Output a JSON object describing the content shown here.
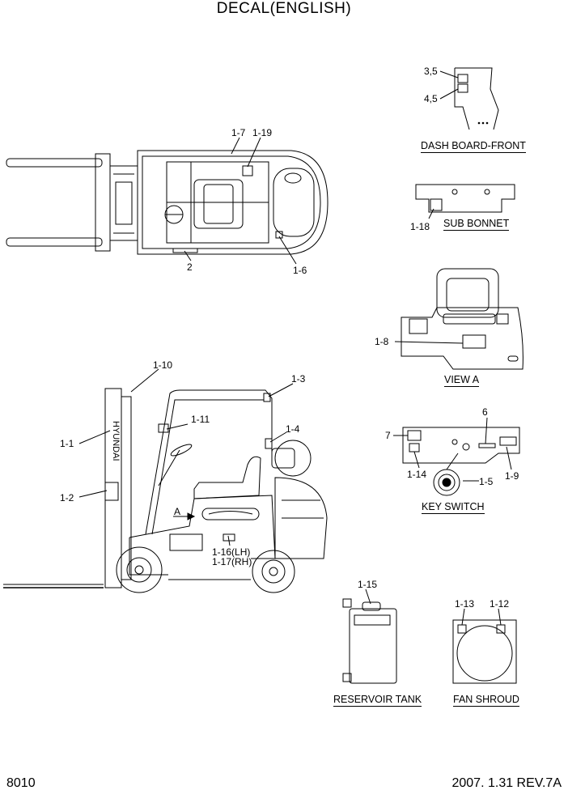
{
  "title": "DECAL(ENGLISH)",
  "page_number": "8010",
  "revision": "2007. 1.31  REV.7A",
  "brand_text": "HYUNDAI",
  "captions": {
    "dash_board_front": "DASH BOARD-FRONT",
    "sub_bonnet": "SUB BONNET",
    "view_a": "VIEW A",
    "key_switch": "KEY SWITCH",
    "reservoir_tank": "RESERVOIR TANK",
    "fan_shroud": "FAN SHROUD"
  },
  "callouts": {
    "c1_1": "1-1",
    "c1_2": "1-2",
    "c1_3": "1-3",
    "c1_4": "1-4",
    "c1_5": "1-5",
    "c1_6": "1-6",
    "c1_7": "1-7",
    "c1_8": "1-8",
    "c1_9": "1-9",
    "c1_10": "1-10",
    "c1_11": "1-11",
    "c1_12": "1-12",
    "c1_13": "1-13",
    "c1_14": "1-14",
    "c1_15": "1-15",
    "c1_16": "1-16(LH)",
    "c1_17": "1-17(RH)",
    "c1_18": "1-18",
    "c1_19": "1-19",
    "c2": "2",
    "c3_5": "3,5",
    "c4_5": "4,5",
    "c6": "6",
    "c7": "7",
    "cA": "A"
  }
}
